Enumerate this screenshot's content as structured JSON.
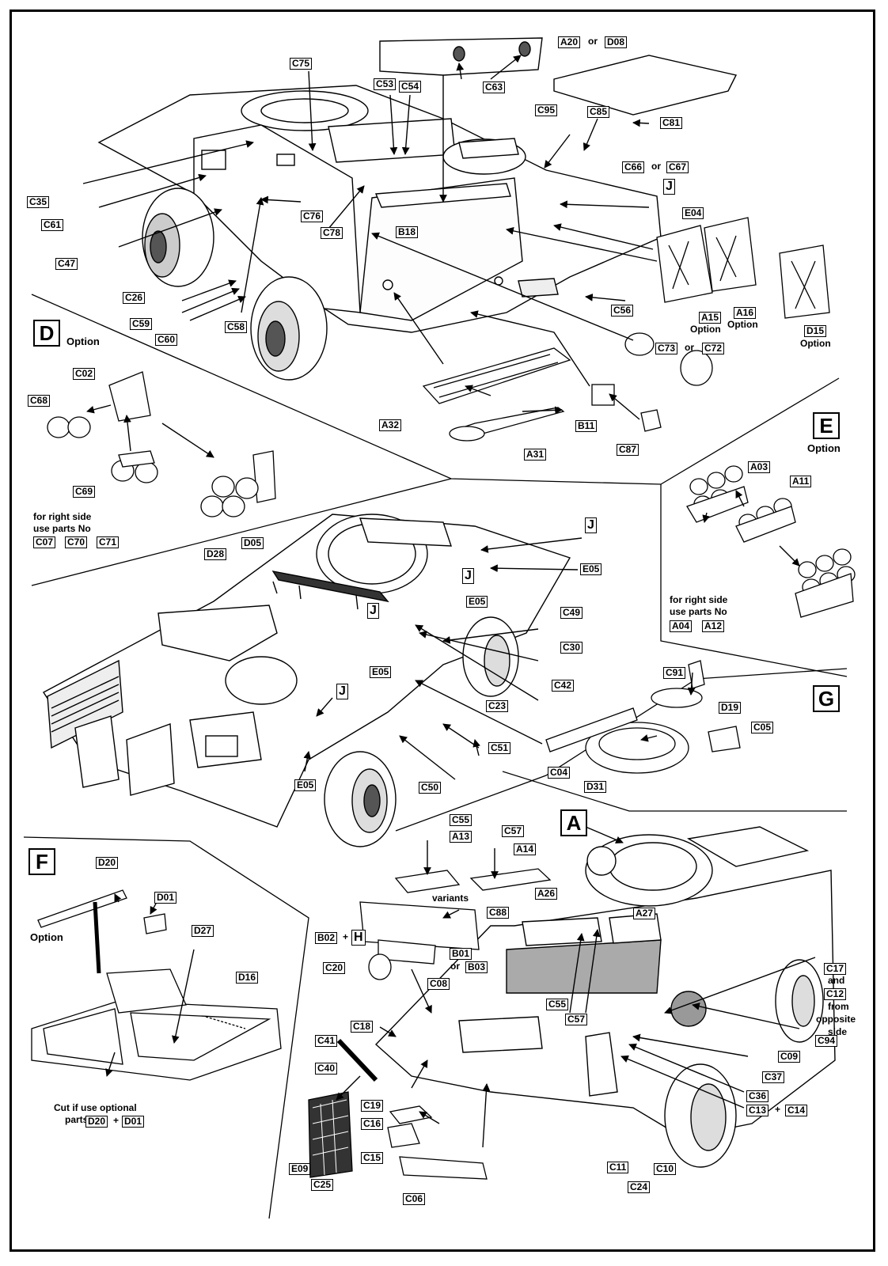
{
  "sections": [
    {
      "key": "A",
      "note": ""
    },
    {
      "key": "D",
      "note": "Option"
    },
    {
      "key": "E",
      "note": "Option"
    },
    {
      "key": "F",
      "note": "Option"
    },
    {
      "key": "G",
      "note": ""
    }
  ],
  "part_labels": {
    "a20": "A20",
    "d08": "D08",
    "c63": "C63",
    "c75": "C75",
    "c53": "C53",
    "c54": "C54",
    "c95": "C95",
    "c85": "C85",
    "c81": "C81",
    "c66": "C66",
    "c67": "C67",
    "j1": "J",
    "e04": "E04",
    "c35": "C35",
    "c61": "C61",
    "c47": "C47",
    "c76": "C76",
    "c78": "C78",
    "b18": "B18",
    "c26": "C26",
    "c59": "C59",
    "c60": "C60",
    "c58": "C58",
    "c56": "C56",
    "a15": "A15",
    "a16": "A16",
    "d15": "D15",
    "c73": "C73",
    "c72": "C72",
    "c02": "C02",
    "c68": "C68",
    "c69": "C69",
    "c07": "C07",
    "c70": "C70",
    "c71": "C71",
    "a32": "A32",
    "a31": "A31",
    "b11": "B11",
    "c87": "C87",
    "a03": "A03",
    "a11": "A11",
    "a04": "A04",
    "a12": "A12",
    "d28": "D28",
    "d05": "D05",
    "j2": "J",
    "j3": "J",
    "j4": "J",
    "j5": "J",
    "e05a": "E05",
    "e05b": "E05",
    "e05c": "E05",
    "e05d": "E05",
    "c49": "C49",
    "c30": "C30",
    "c42": "C42",
    "c23": "C23",
    "c51": "C51",
    "c50": "C50",
    "c91": "C91",
    "d19": "D19",
    "c05": "C05",
    "c04": "C04",
    "d31": "D31",
    "c55a": "C55",
    "a13": "A13",
    "c57a": "C57",
    "a14": "A14",
    "a26": "A26",
    "a27": "A27",
    "c88": "C88",
    "b02": "B02",
    "h": "H",
    "b01": "B01",
    "b03": "B03",
    "c20": "C20",
    "c08": "C08",
    "c55b": "C55",
    "c57b": "C57",
    "c17": "C17",
    "c12": "C12",
    "c41": "C41",
    "c18": "C18",
    "c09": "C09",
    "c94": "C94",
    "c37": "C37",
    "c36": "C36",
    "c13": "C13",
    "c14": "C14",
    "c40": "C40",
    "c19": "C19",
    "c16": "C16",
    "c15": "C15",
    "e09": "E09",
    "c25": "C25",
    "c06": "C06",
    "c11": "C11",
    "c24": "C24",
    "c10": "C10",
    "d20": "D20",
    "d01": "D01",
    "d27": "D27",
    "d16": "D16",
    "d20b": "D20",
    "d01b": "D01"
  },
  "words": {
    "or": "or",
    "plus": "+",
    "option": "Option",
    "variants": "variants",
    "and": "and",
    "from": "from",
    "opposite": "opposite",
    "side": "side"
  },
  "notes": {
    "d_right_side_1": "for right side",
    "d_right_side_2": "use parts No",
    "e_right_side_1": "for right side",
    "e_right_side_2": "use parts No",
    "f_cut_1": "Cut if use optional",
    "f_cut_2": "parts"
  }
}
